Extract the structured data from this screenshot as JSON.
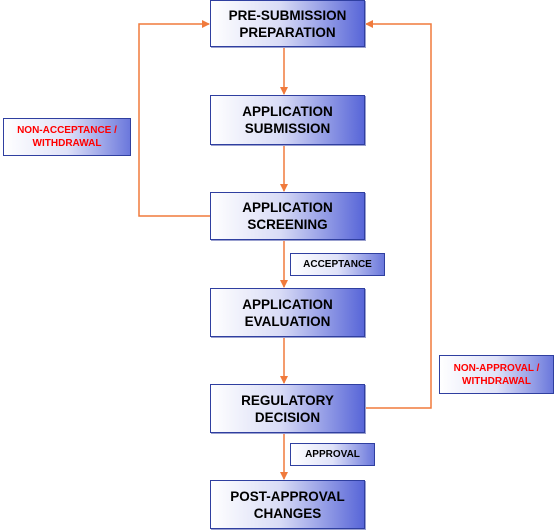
{
  "boxes": {
    "pre_submission": "PRE-SUBMISSION\nPREPARATION",
    "submission": "APPLICATION\nSUBMISSION",
    "screening": "APPLICATION\nSCREENING",
    "evaluation": "APPLICATION\nEVALUATION",
    "regulatory": "REGULATORY\nDECISION",
    "post_approval": "POST-APPROVAL\nCHANGES"
  },
  "tags": {
    "non_acceptance": "NON-ACCEPTANCE /\nWITHDRAWAL",
    "acceptance": "ACCEPTANCE",
    "non_approval": "NON-APPROVAL /\nWITHDRAWAL",
    "approval": "APPROVAL"
  },
  "colors": {
    "arrow": "#f07a3c",
    "box_border": "#2f3fa0",
    "negative_text": "#ff0000"
  }
}
